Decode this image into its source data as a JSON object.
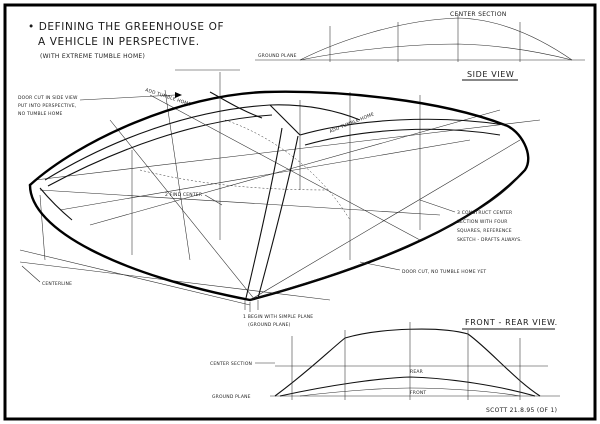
{
  "sheet": {
    "title_line1": "• DEFINING THE GREENHOUSE OF",
    "title_line2": "A VEHICLE IN PERSPECTIVE.",
    "subtitle": "(WITH EXTREME TUMBLE HOME)",
    "signature": "SCOTT 21.8.95 (OF 1)"
  },
  "side_view": {
    "heading": "SIDE VIEW",
    "center_section_label": "CENTER SECTION",
    "ground_plane_label": "GROUND PLANE"
  },
  "perspective": {
    "door_cut_note": [
      "DOOR CUT IN SIDE VIEW",
      "PUT INTO PERSPECTIVE,",
      "NO TUMBLE HOME"
    ],
    "tumble_label_left": "ADD TUMBLE HOME",
    "tumble_label_right": "ADD TUMBLE HOME",
    "find_center_label": "2 FIND CENTER",
    "construct_note": [
      "3 CONSTRUCT CENTER",
      "SECTION WITH FOUR",
      "SQUARES, REFERENCE",
      "SKETCH - DRAFTS ALWAYS."
    ],
    "door_cut_no_tumble": "DOOR CUT, NO TUMBLE HOME YET",
    "centerline_label": "CENTERLINE",
    "begin_note": [
      "1 BEGIN WITH SIMPLE PLANE",
      "(GROUND PLANE)"
    ]
  },
  "front_rear_view": {
    "heading": "FRONT - REAR VIEW.",
    "center_section_label": "CENTER SECTION",
    "rear_label": "REAR",
    "front_label": "FRONT",
    "ground_plane_label": "GROUND PLANE"
  }
}
